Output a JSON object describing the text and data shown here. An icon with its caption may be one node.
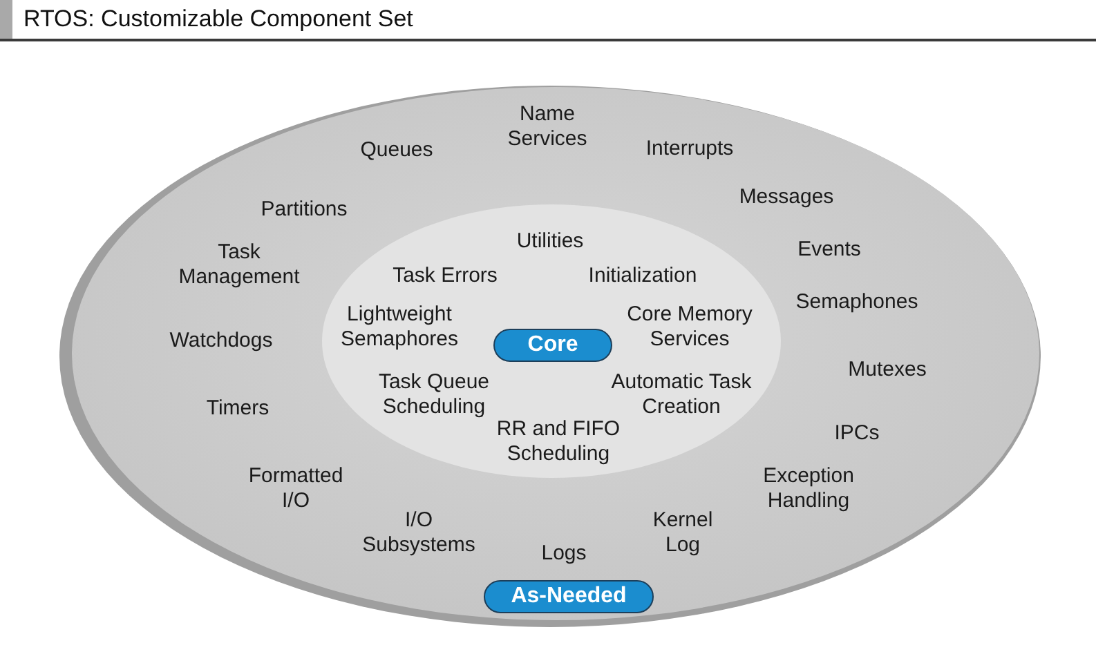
{
  "diagram": {
    "title": "RTOS: Customizable Component Set",
    "nodes": [
      {
        "text": [
          "Name Services",
          "Queues",
          "Interrupts",
          "Partitions",
          "Messages",
          "Task Management",
          "Events",
          "Semaphones",
          "Watchdogs",
          "Mutexes",
          "Timers",
          "IPCs",
          "Formatted I/O",
          "Exception Handling",
          "I/O Subsystems",
          "Kernel Log",
          "Logs"
        ]
      },
      {
        "text": [
          "Utilities",
          "Task Errors",
          "Initialization",
          "Lightweight Semaphores",
          "Core Memory Services",
          "Task Queue Scheduling",
          "Automatic Task Creation",
          "RR and FIFO Scheduling"
        ],
        "in": 0
      },
      {
        "text": [
          "Core"
        ],
        "in": 1
      },
      {
        "text": [
          "As-Needed"
        ],
        "in": 0
      }
    ]
  }
}
